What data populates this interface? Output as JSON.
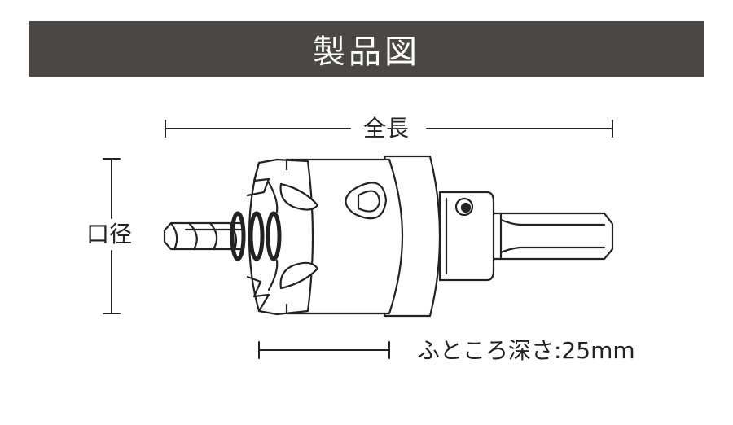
{
  "title": "製品図",
  "labels": {
    "overall_length": "全長",
    "diameter": "口径",
    "cutting_depth": "ふところ深さ:25mm"
  },
  "colors": {
    "header_bg": "#4a4745",
    "header_text": "#ffffff",
    "line": "#222222",
    "fill": "#ffffff"
  }
}
